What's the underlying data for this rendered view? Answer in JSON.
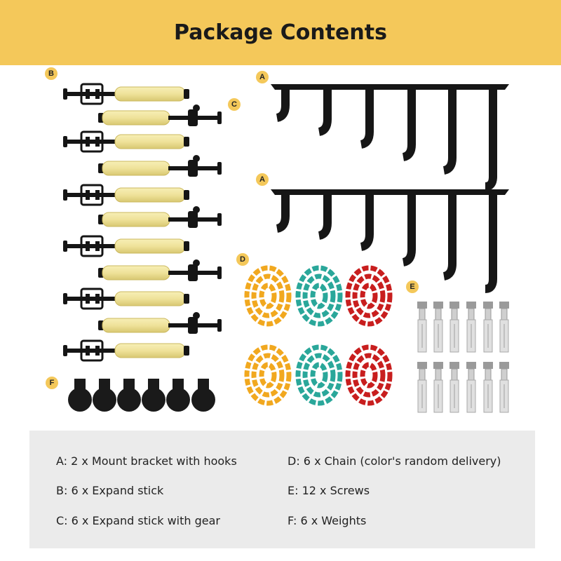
{
  "title": "Package Contents",
  "badges": {
    "a1": "A",
    "a2": "A",
    "b": "B",
    "c": "C",
    "d": "D",
    "e": "E",
    "f": "F"
  },
  "legend": {
    "left": [
      "A: 2 x Mount bracket with hooks",
      "B: 6 x Expand stick",
      "C: 6 x Expand stick with gear"
    ],
    "right": [
      "D: 6 x Chain (color's random delivery)",
      "E: 12 x Screws",
      "F: 6 x Weights"
    ]
  },
  "colors": {
    "header_bg": "#f4c85a",
    "badge_bg": "#f4c85a",
    "chain_yellow": "#f1a81f",
    "chain_teal": "#2aa79a",
    "chain_red": "#c81e1e",
    "legend_bg": "#ebebeb"
  }
}
